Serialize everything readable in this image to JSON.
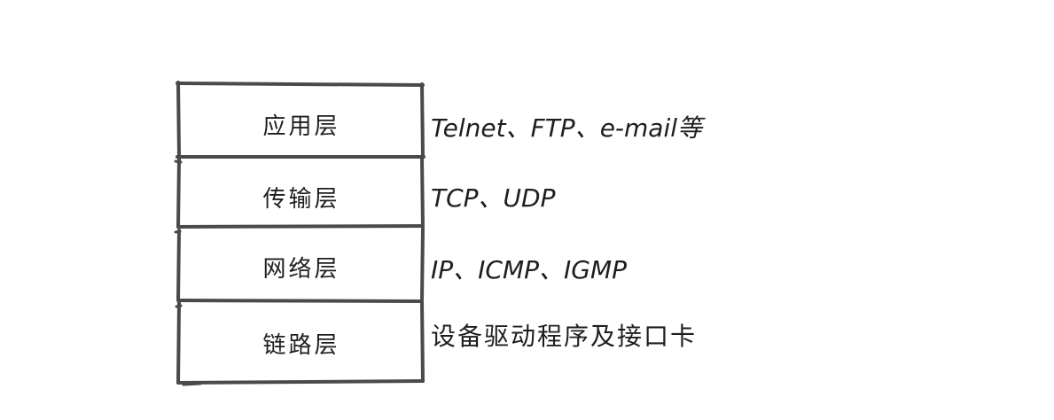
{
  "diagram": {
    "layers": [
      {
        "name": "应用层",
        "protocols": "Telnet、FTP、e-mail等"
      },
      {
        "name": "传输层",
        "protocols": "TCP、UDP"
      },
      {
        "name": "网络层",
        "protocols": "IP、ICMP、IGMP"
      },
      {
        "name": "链路层",
        "protocols": "设备驱动程序及接口卡"
      }
    ],
    "stroke_color": "#4a4a4a",
    "text_color": "#1e1e1e"
  }
}
